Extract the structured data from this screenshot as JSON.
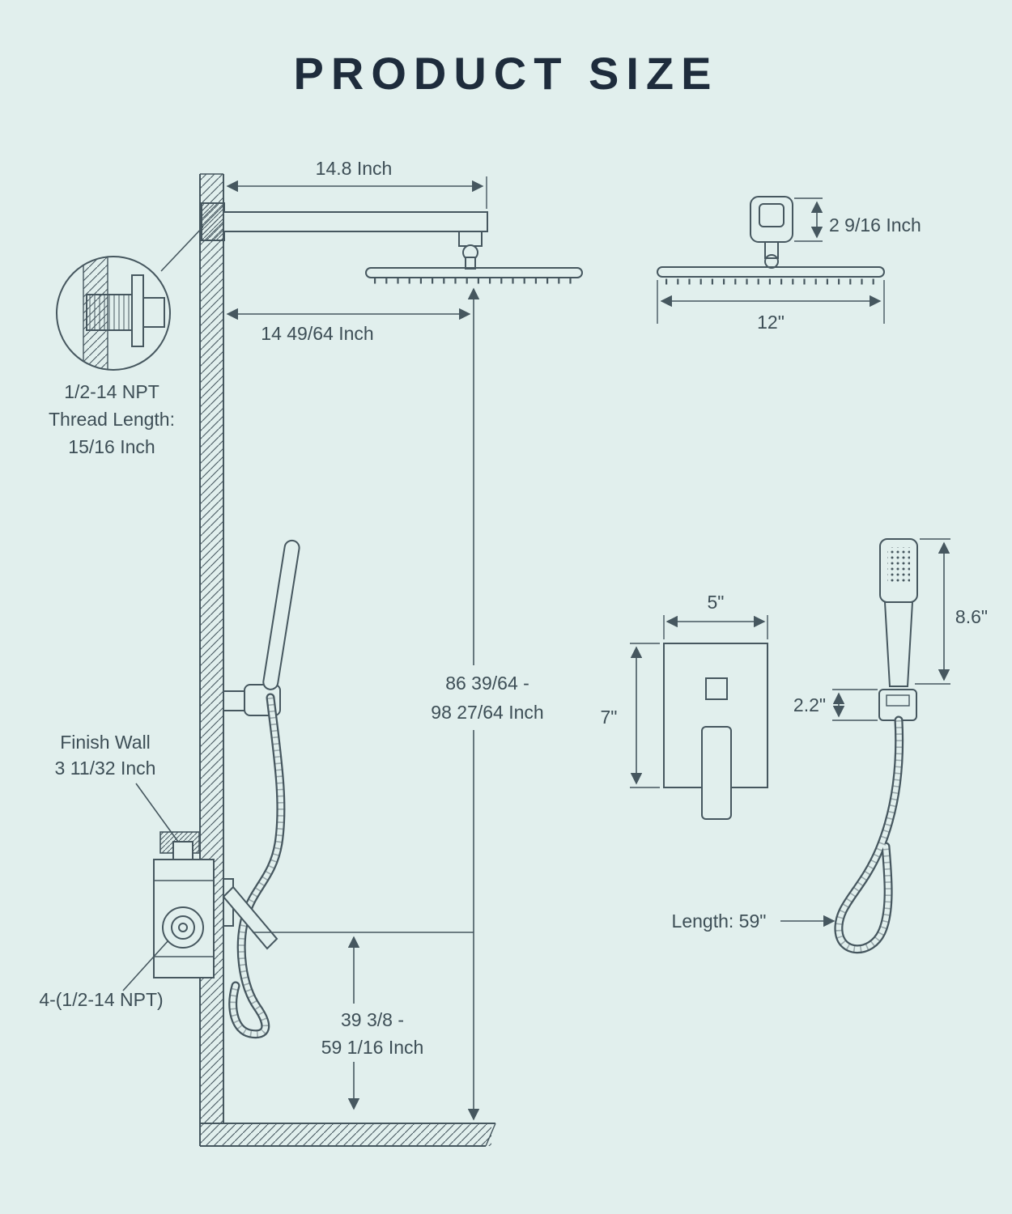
{
  "page": {
    "title": "PRODUCT SIZE"
  },
  "colors": {
    "background": "#e1efed",
    "line": "#46575f",
    "text": "#3d4e56",
    "title": "#1e2c3c"
  },
  "main_view": {
    "arm_length": "14.8 Inch",
    "head_offset": "14 49/64 Inch",
    "thread_note": {
      "line1": "1/2-14 NPT",
      "line2": "Thread Length:",
      "line3": "15/16 Inch"
    },
    "total_height": {
      "line1": "86 39/64 -",
      "line2": "98 27/64 Inch"
    },
    "finish_wall": {
      "line1": "Finish Wall",
      "line2": "3 11/32 Inch"
    },
    "valve_ports": "4-(1/2-14 NPT)",
    "valve_height_range": {
      "line1": "39 3/8 -",
      "line2": "59 1/16 Inch"
    }
  },
  "head_view": {
    "connector_height": "2 9/16 Inch",
    "width": "12\""
  },
  "valve_view": {
    "width": "5\"",
    "height": "7\""
  },
  "handheld_view": {
    "height": "8.6\"",
    "holder_height": "2.2\"",
    "hose_length": "Length: 59\""
  }
}
